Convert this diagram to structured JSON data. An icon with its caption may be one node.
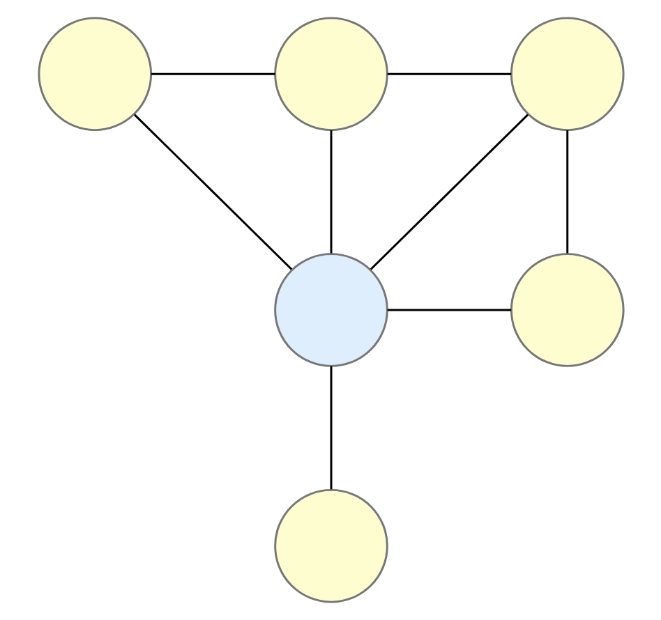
{
  "diagram": {
    "nodes": [
      {
        "text": [],
        "shape": "circle"
      },
      {
        "text": [],
        "shape": "circle"
      },
      {
        "text": [],
        "shape": "circle"
      },
      {
        "text": [],
        "shape": "circle"
      },
      {
        "text": [],
        "shape": "circle"
      },
      {
        "text": [],
        "shape": "circle"
      }
    ],
    "edges": [
      {
        "from": 0,
        "to": 1,
        "arrow": "none"
      },
      {
        "from": 1,
        "to": 2,
        "arrow": "none"
      },
      {
        "from": 0,
        "to": 3,
        "arrow": "none"
      },
      {
        "from": 1,
        "to": 3,
        "arrow": "none"
      },
      {
        "from": 2,
        "to": 3,
        "arrow": "none"
      },
      {
        "from": 2,
        "to": 4,
        "arrow": "none"
      },
      {
        "from": 3,
        "to": 4,
        "arrow": "none"
      },
      {
        "from": 3,
        "to": 5,
        "arrow": "none"
      }
    ]
  }
}
